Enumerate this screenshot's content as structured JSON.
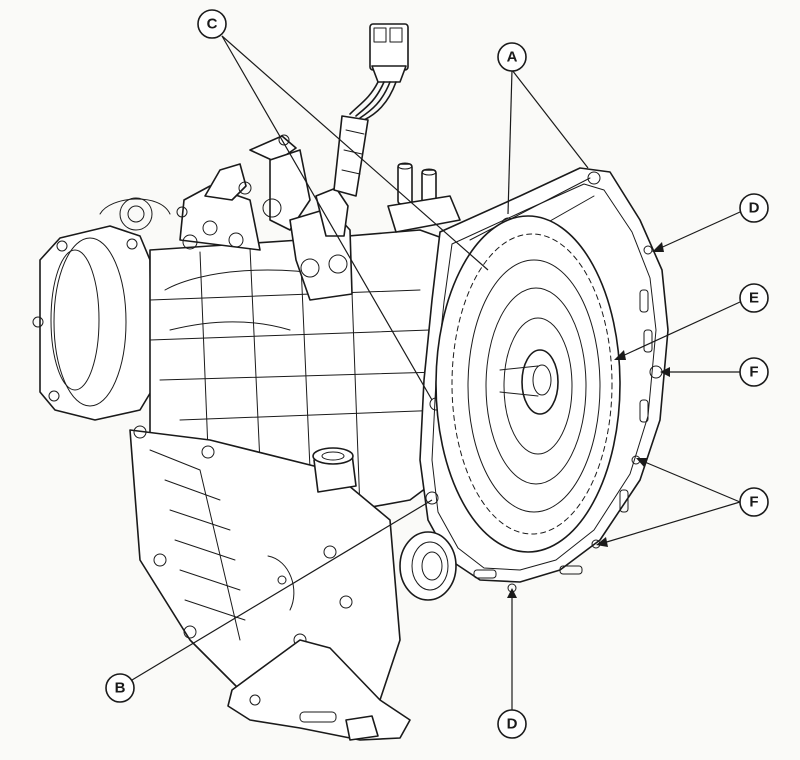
{
  "callouts": {
    "a": "A",
    "b": "B",
    "c": "C",
    "d_right": "D",
    "d_bottom": "D",
    "e": "E",
    "f_right": "F",
    "f_lower": "F"
  },
  "colors": {
    "ink": "#1a1a1a",
    "paper": "#fafaf8"
  }
}
